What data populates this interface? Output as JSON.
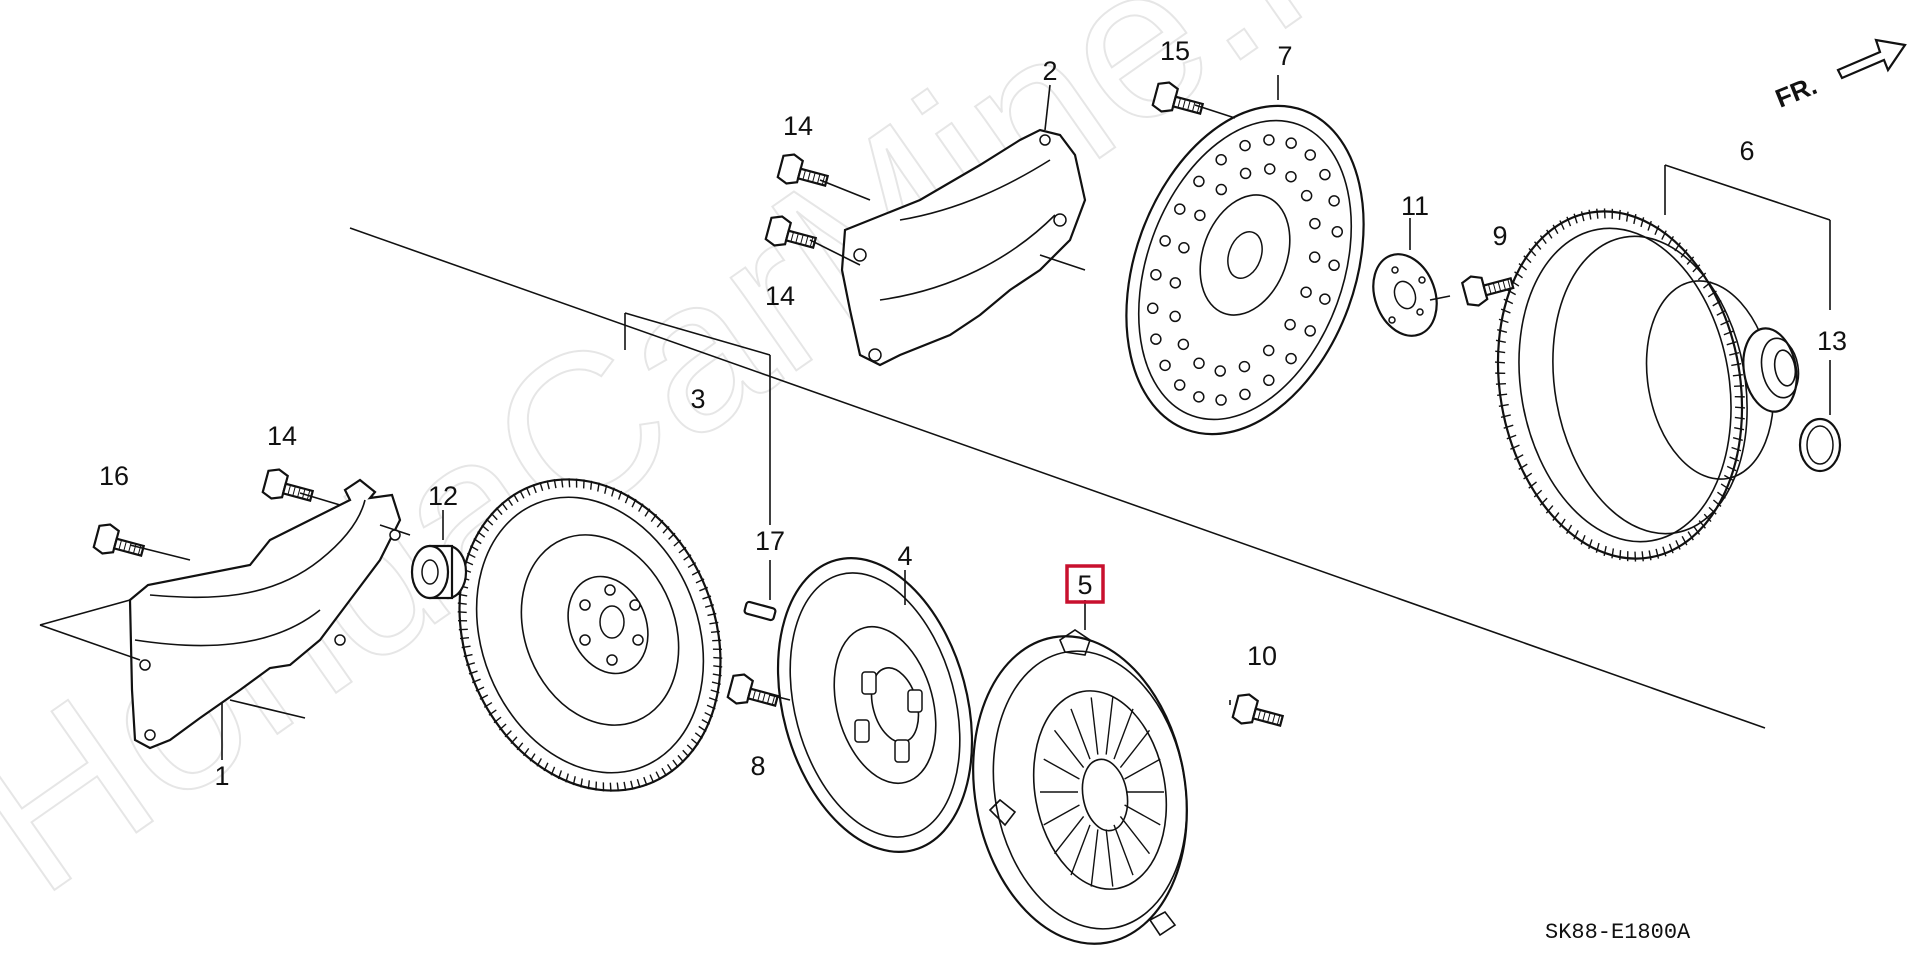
{
  "watermark": "HondaCarMine.ru",
  "diagram_code": "SK88-E1800A",
  "direction_label": "FR.",
  "highlight_color": "#c8102e",
  "callouts": [
    {
      "id": "c1",
      "text": "1"
    },
    {
      "id": "c2",
      "text": "2"
    },
    {
      "id": "c3",
      "text": "3"
    },
    {
      "id": "c4",
      "text": "4"
    },
    {
      "id": "c5",
      "text": "5",
      "highlighted": true
    },
    {
      "id": "c6",
      "text": "6"
    },
    {
      "id": "c7",
      "text": "7"
    },
    {
      "id": "c8",
      "text": "8"
    },
    {
      "id": "c9",
      "text": "9"
    },
    {
      "id": "c10",
      "text": "10"
    },
    {
      "id": "c11",
      "text": "11"
    },
    {
      "id": "c12",
      "text": "12"
    },
    {
      "id": "c13",
      "text": "13"
    },
    {
      "id": "c14a",
      "text": "14"
    },
    {
      "id": "c14b",
      "text": "14"
    },
    {
      "id": "c14c",
      "text": "14"
    },
    {
      "id": "c15",
      "text": "15"
    },
    {
      "id": "c16",
      "text": "16"
    },
    {
      "id": "c17",
      "text": "17"
    }
  ]
}
